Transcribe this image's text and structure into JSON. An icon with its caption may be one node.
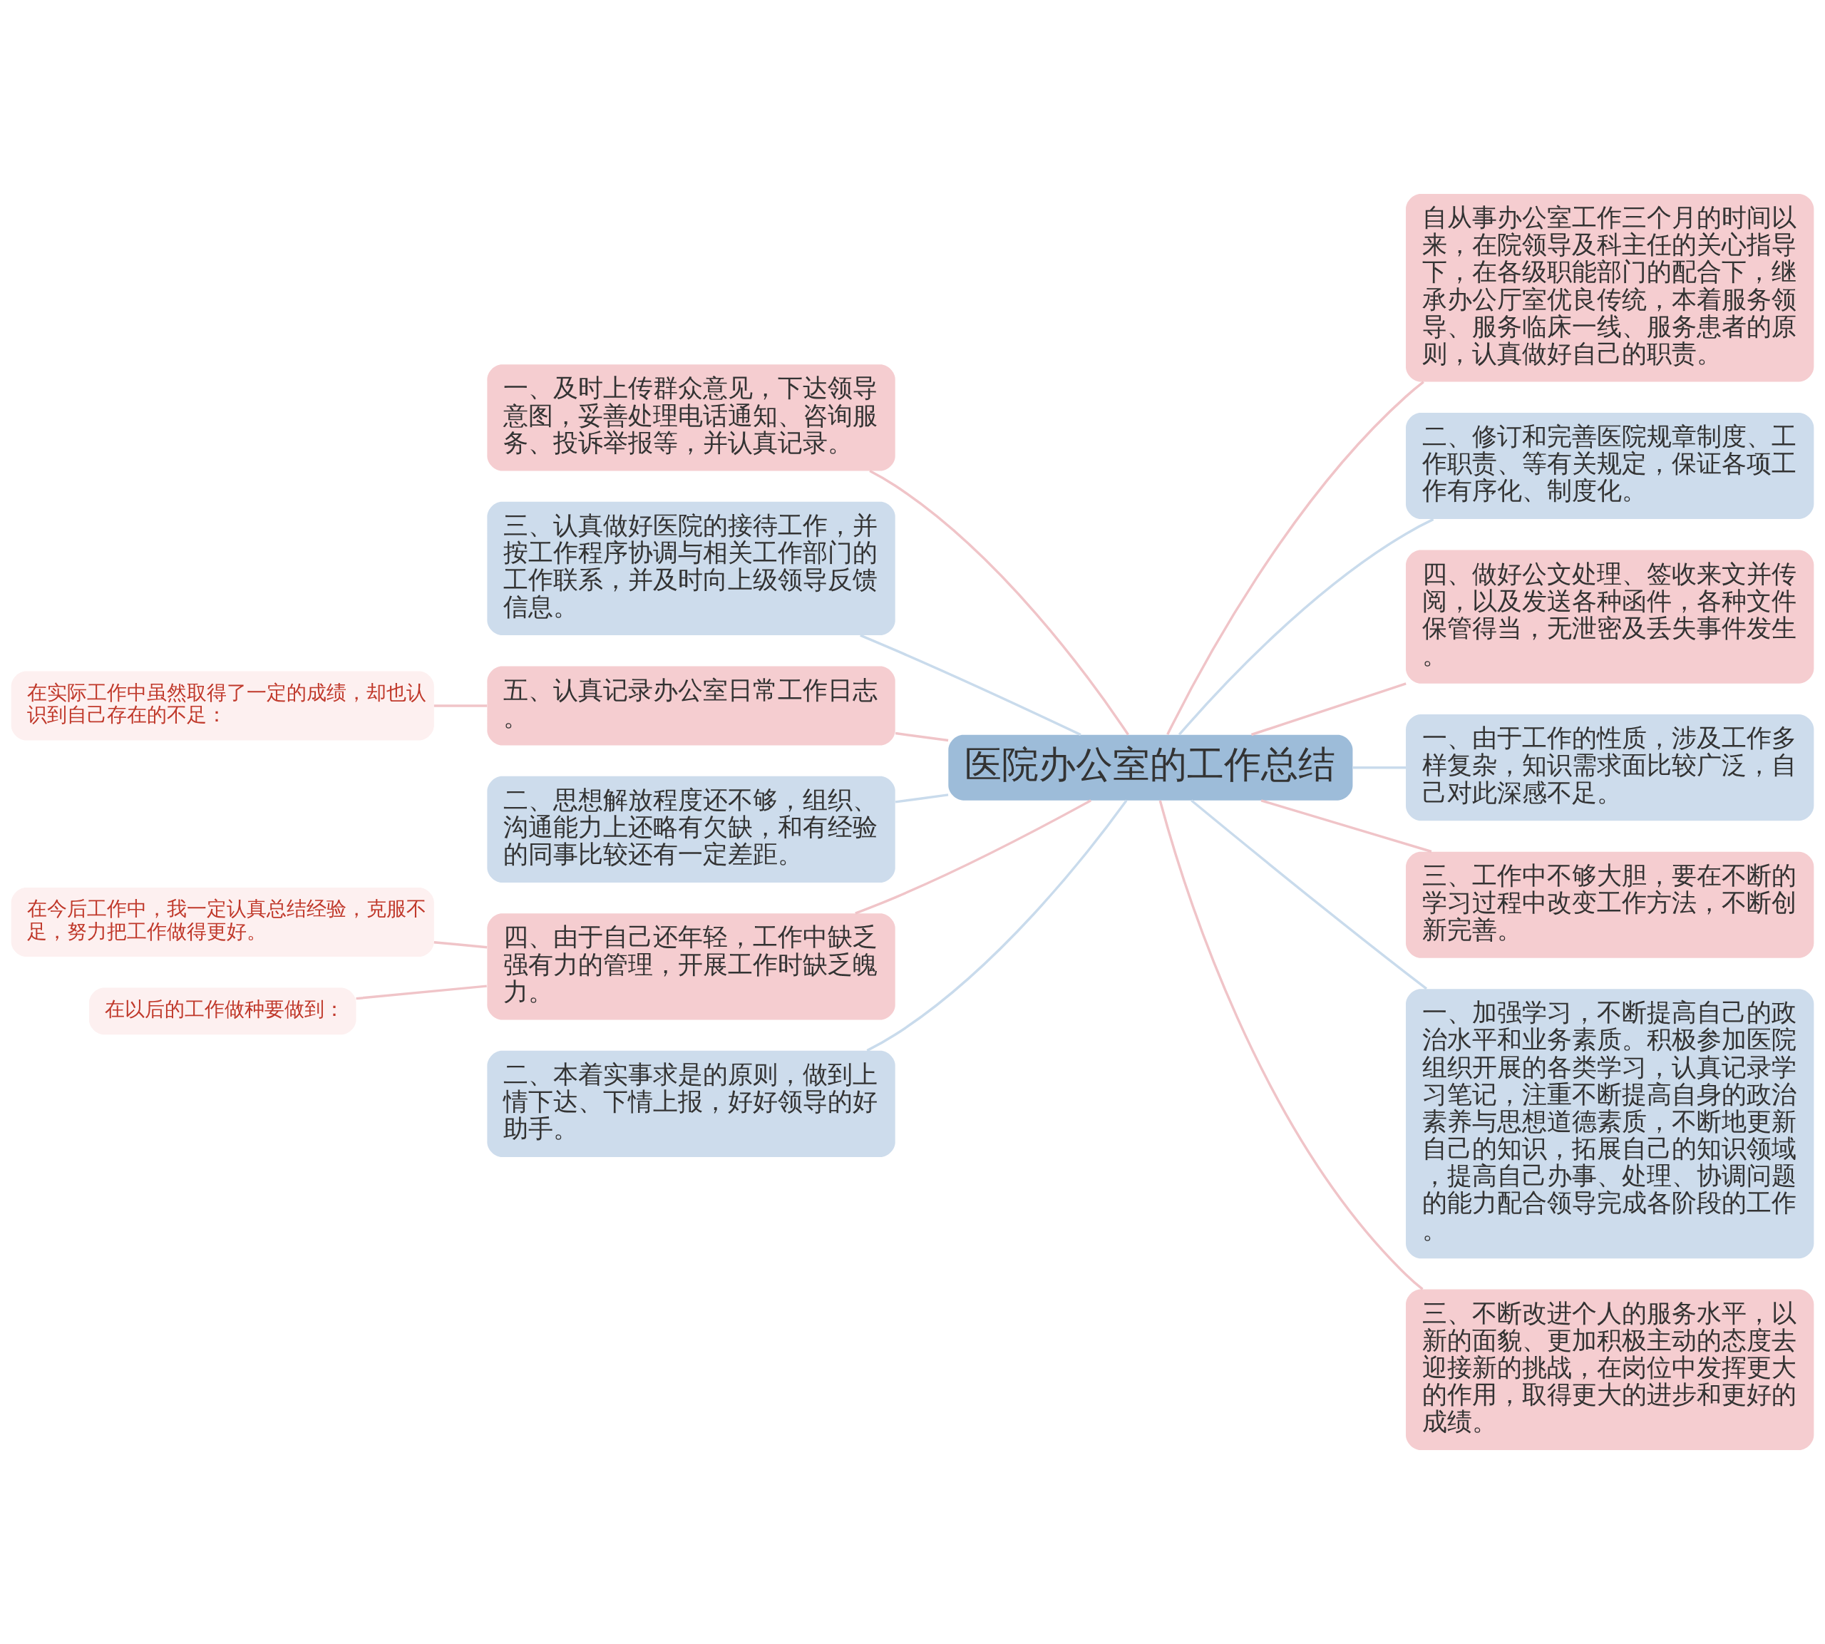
{
  "diagram": {
    "nodes": [
      {
        "text": [
          "医院办公室的工作总结"
        ]
      },
      {
        "text": [
          "一、及时上传群众意见，下达领导意图，妥善处理电话通知、咨询服务、投诉举报等，并认真记录。"
        ]
      },
      {
        "text": [
          "三、认真做好医院的接待工作，并按工作程序协调与相关工作部门的工作联系，并及时向上级领导反馈信息。"
        ]
      },
      {
        "text": [
          "五、认真记录办公室日常工作日志。"
        ]
      },
      {
        "text": [
          "二、思想解放程度还不够，组织、沟通能力上还略有欠缺，和有经验的同事比较还有一定差距。"
        ]
      },
      {
        "text": [
          "四、由于自己还年轻，工作中缺乏强有力的管理，开展工作时缺乏魄力。"
        ]
      },
      {
        "text": [
          "二、本着实事求是的原则，做到上情下达、下情上报，好好领导的好助手。"
        ]
      },
      {
        "text": [
          "在实际工作中虽然取得了一定的成绩，却也认识到自己存在的不足："
        ]
      },
      {
        "text": [
          "在今后工作中，我一定认真总结经验，克服不足，努力把工作做得更好。"
        ]
      },
      {
        "text": [
          "在以后的工作做种要做到："
        ]
      },
      {
        "text": [
          "自从事办公室工作三个月的时间以来，在院领导及科主任的关心指导下，在各级职能部门的配合下，继承办公厅室优良传统，本着服务领导、服务临床一线、服务患者的原则，认真做好自己的职责。"
        ]
      },
      {
        "text": [
          "二、修订和完善医院规章制度、工作职责、等有关规定，保证各项工作有序化、制度化。"
        ]
      },
      {
        "text": [
          "四、做好公文处理、签收来文并传阅，以及发送各种函件，各种文件保管得当，无泄密及丢失事件发生。"
        ]
      },
      {
        "text": [
          "一、由于工作的性质，涉及工作多样复杂，知识需求面比较广泛，自己对此深感不足。"
        ]
      },
      {
        "text": [
          "三、工作中不够大胆，要在不断的学习过程中改变工作方法，不断创新完善。"
        ]
      },
      {
        "text": [
          "一、加强学习，不断提高自己的政治水平和业务素质。积极参加医院组织开展的各类学习，认真记录学习笔记，注重不断提高自身的政治素养与思想道德素质，不断地更新自己的知识，拓展自己的知识领域，提高自己办事、处理、协调问题的能力配合领导完成各阶段的工作。"
        ]
      },
      {
        "text": [
          "三、不断改进个人的服务水平，以新的面貌、更加积极主动的态度去迎接新的挑战，在岗位中发挥更大的作用，取得更大的进步和更好的成绩。"
        ]
      }
    ],
    "edges": [
      {
        "from": 1,
        "to": 0,
        "arrow": "none"
      },
      {
        "from": 2,
        "to": 0,
        "arrow": "none",
        "color": "#c9dbec"
      },
      {
        "from": 3,
        "to": 0,
        "arrow": "none"
      },
      {
        "from": 4,
        "to": 0,
        "arrow": "none",
        "color": "#c9dbec"
      },
      {
        "from": 5,
        "to": 0,
        "arrow": "none"
      },
      {
        "from": 6,
        "to": 0,
        "arrow": "none",
        "color": "#c9dbec"
      },
      {
        "from": 7,
        "to": 3,
        "arrow": "none"
      },
      {
        "from": 8,
        "to": 5,
        "arrow": "none"
      },
      {
        "from": 9,
        "to": 5,
        "arrow": "none"
      },
      {
        "from": 0,
        "to": 10,
        "arrow": "none"
      },
      {
        "from": 0,
        "to": 11,
        "arrow": "none",
        "color": "#c9dbec"
      },
      {
        "from": 0,
        "to": 12,
        "arrow": "none"
      },
      {
        "from": 0,
        "to": 13,
        "arrow": "none",
        "color": "#c9dbec"
      },
      {
        "from": 0,
        "to": 14,
        "arrow": "none"
      },
      {
        "from": 0,
        "to": 15,
        "arrow": "none",
        "color": "#c9dbec"
      },
      {
        "from": 0,
        "to": 16,
        "arrow": "none"
      }
    ]
  }
}
